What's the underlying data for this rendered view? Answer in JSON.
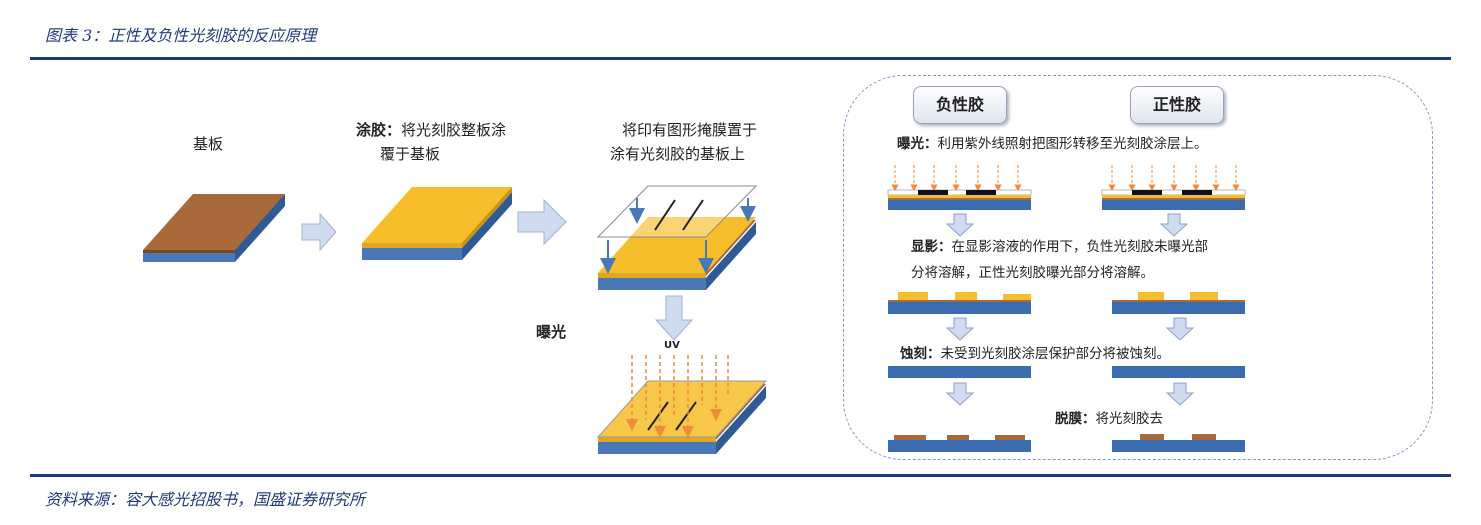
{
  "header": {
    "title": "图表 3：正性及负性光刻胶的反应原理"
  },
  "footer": {
    "source": "资料来源：容大感光招股书，国盛证券研究所"
  },
  "steps": {
    "substrate": "基板",
    "coating_title": "涂胶：",
    "coating_line1": "将光刻胶整板涂",
    "coating_line2": "覆于基板",
    "mask_line1": "将印有图形掩膜置于",
    "mask_line2": "涂有光刻胶的基板上",
    "exposure": "曝光",
    "uv": "UV"
  },
  "panel": {
    "negative": "负性胶",
    "positive": "正性胶",
    "exposure_title": "曝光：",
    "exposure_text": "利用紫外线照射把图形转移至光刻胶涂层上。",
    "develop_title": "显影：",
    "develop_text1": "在显影溶液的作用下，负性光刻胶未曝光部",
    "develop_text2": "分将溶解，正性光刻胶曝光部分将溶解。",
    "etch_title": "蚀刻：",
    "etch_text": "未受到光刻胶涂层保护部分将被蚀刻。",
    "strip_title": "脱膜：",
    "strip_text": "将光刻胶去"
  },
  "colors": {
    "substrate_blue": "#4a78b6",
    "substrate_brown": "#a86a3a",
    "resist_yellow": "#f5be2a",
    "arrow_fill": "#cfdcef",
    "uv_orange": "#f08a3c",
    "rule_navy": "#1f3a7a"
  }
}
